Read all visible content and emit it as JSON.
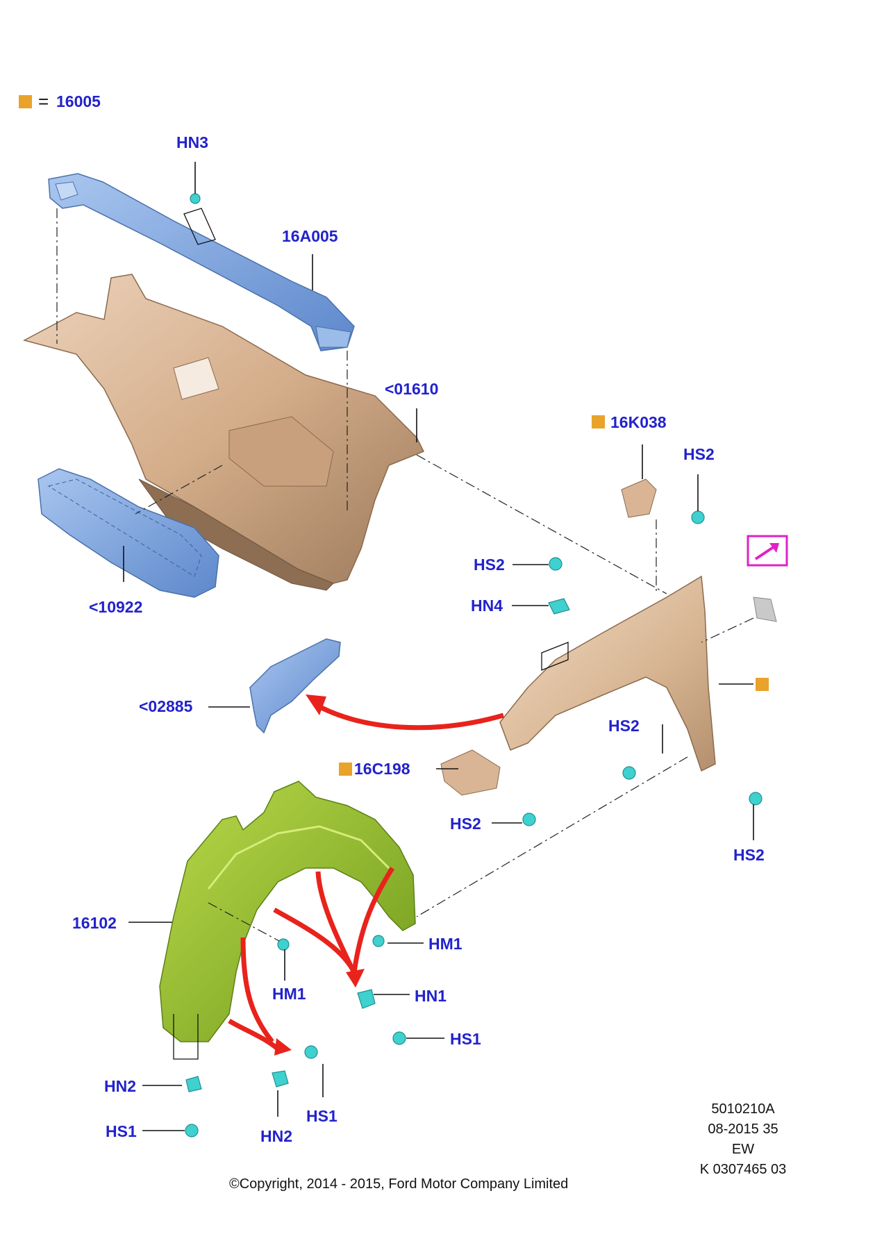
{
  "legend": {
    "symbol_color": "#e9a22a",
    "equals": "=",
    "code": "16005"
  },
  "labels": {
    "hn3": "HN3",
    "p16a005": "16A005",
    "p01610": "<01610",
    "p16k038": "16K038",
    "hs2_a": "HS2",
    "hs2_b": "HS2",
    "hn4": "HN4",
    "p10922": "<10922",
    "p02885": "<02885",
    "hs2_c": "HS2",
    "p16c198": "16C198",
    "hs2_d": "HS2",
    "hs2_e": "HS2",
    "p16102": "16102",
    "hm1_a": "HM1",
    "hm1_b": "HM1",
    "hn1": "HN1",
    "hs1_a": "HS1",
    "hn2_a": "HN2",
    "hs1_b": "HS1",
    "hn2_b": "HN2",
    "hs1_c": "HS1"
  },
  "info": {
    "code": "5010210A",
    "date": "08-2015 35",
    "region": "EW",
    "ref": "K 0307465 03"
  },
  "copyright": "©Copyright, 2014 - 2015, Ford Motor Company Limited",
  "colors": {
    "label": "#2222cc",
    "marker": "#e9a22a",
    "arrow": "#e8231c",
    "highlight": "#e020c8",
    "blue_part": "#7fa8e0",
    "tan_part": "#d9b596",
    "green_part": "#9cc232",
    "fastener": "#3fd0d0"
  }
}
